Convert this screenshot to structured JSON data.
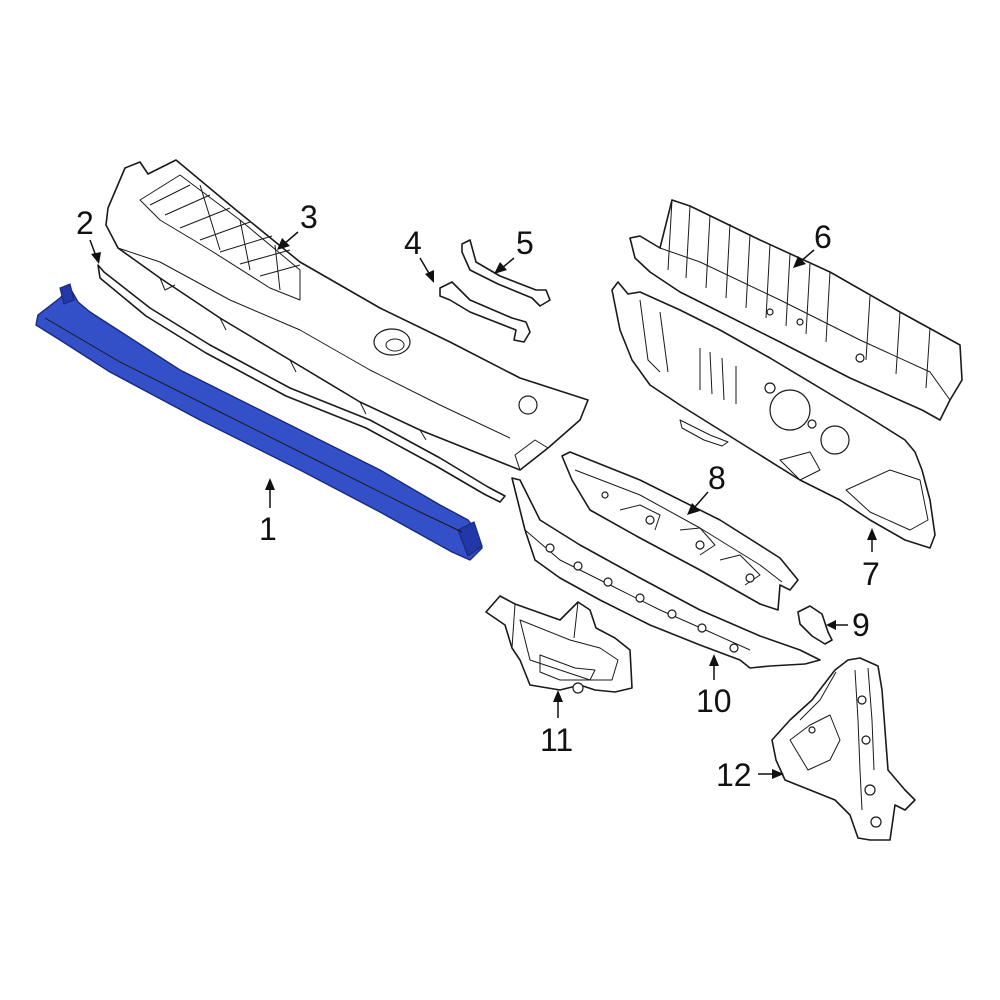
{
  "callouts": [
    {
      "id": "1",
      "text": "1"
    },
    {
      "id": "2",
      "text": "2"
    },
    {
      "id": "3",
      "text": "3"
    },
    {
      "id": "4",
      "text": "4"
    },
    {
      "id": "5",
      "text": "5"
    },
    {
      "id": "6",
      "text": "6"
    },
    {
      "id": "7",
      "text": "7"
    },
    {
      "id": "8",
      "text": "8"
    },
    {
      "id": "9",
      "text": "9"
    },
    {
      "id": "10",
      "text": "10"
    },
    {
      "id": "11",
      "text": "11"
    },
    {
      "id": "12",
      "text": "12"
    }
  ],
  "colors": {
    "highlight_part": "#3350c8",
    "line": "#1a1a1a",
    "background": "#ffffff"
  },
  "highlighted_part": "1"
}
